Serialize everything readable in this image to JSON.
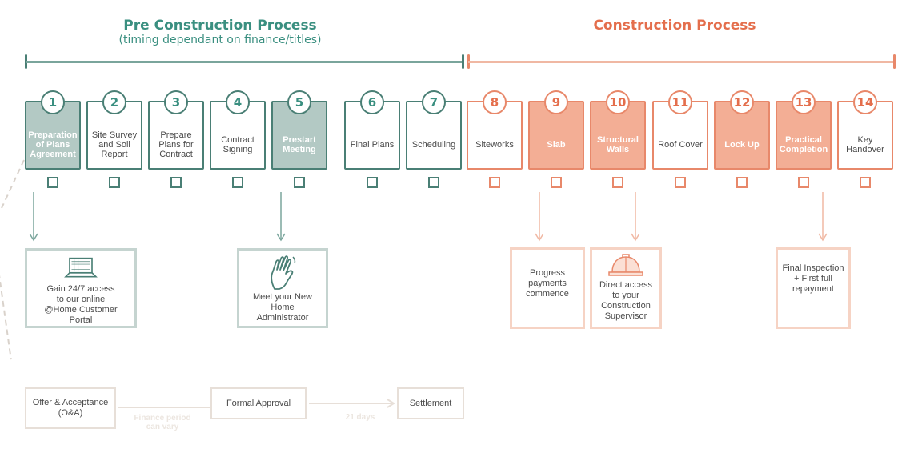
{
  "headers": {
    "pre": {
      "title": "Pre Construction Process",
      "subtitle": "(timing dependant on finance/titles)"
    },
    "construction": {
      "title": "Construction Process"
    }
  },
  "colors": {
    "teal": "#3a8f80",
    "teal_dark": "#4a7f75",
    "teal_fill": "#b3c9c4",
    "coral": "#e46e4c",
    "coral_fill": "#f3ae95",
    "faint": "#e7dfd8"
  },
  "steps": [
    {
      "num": "1",
      "label": "Preparation of Plans Agreement",
      "filled": true,
      "phase": "pre"
    },
    {
      "num": "2",
      "label": "Site Survey and Soil Report",
      "filled": false,
      "phase": "pre"
    },
    {
      "num": "3",
      "label": "Prepare Plans for Contract",
      "filled": false,
      "phase": "pre"
    },
    {
      "num": "4",
      "label": "Contract Signing",
      "filled": false,
      "phase": "pre"
    },
    {
      "num": "5",
      "label": "Prestart Meeting",
      "filled": true,
      "phase": "pre"
    },
    {
      "num": "6",
      "label": "Final Plans",
      "filled": false,
      "phase": "pre"
    },
    {
      "num": "7",
      "label": "Scheduling",
      "filled": false,
      "phase": "pre"
    },
    {
      "num": "8",
      "label": "Siteworks",
      "filled": false,
      "phase": "construction"
    },
    {
      "num": "9",
      "label": "Slab",
      "filled": true,
      "phase": "construction"
    },
    {
      "num": "10",
      "label": "Structural Walls",
      "filled": true,
      "phase": "construction"
    },
    {
      "num": "11",
      "label": "Roof Cover",
      "filled": false,
      "phase": "construction"
    },
    {
      "num": "12",
      "label": "Lock Up",
      "filled": true,
      "phase": "construction"
    },
    {
      "num": "13",
      "label": "Practical Completion",
      "filled": true,
      "phase": "construction"
    },
    {
      "num": "14",
      "label": "Key Handover",
      "filled": false,
      "phase": "construction"
    }
  ],
  "cards": {
    "portal": {
      "text": "Gain 24/7 access to our online @Home Customer Portal",
      "icon": "laptop-icon"
    },
    "administrator": {
      "text": "Meet your New Home Administrator",
      "icon": "waving-hand-icon"
    },
    "progress": {
      "text": "Progress payments commence"
    },
    "supervisor": {
      "text": "Direct access to your Construction Supervisor",
      "icon": "hard-hat-icon"
    },
    "inspection": {
      "text": "Final Inspection + First full repayment"
    }
  },
  "finance": {
    "offer": "Offer & Acceptance (O&A)",
    "approval": "Formal Approval",
    "settlement": "Settlement",
    "period_note": "Finance period can vary",
    "days_note": "21 days"
  }
}
